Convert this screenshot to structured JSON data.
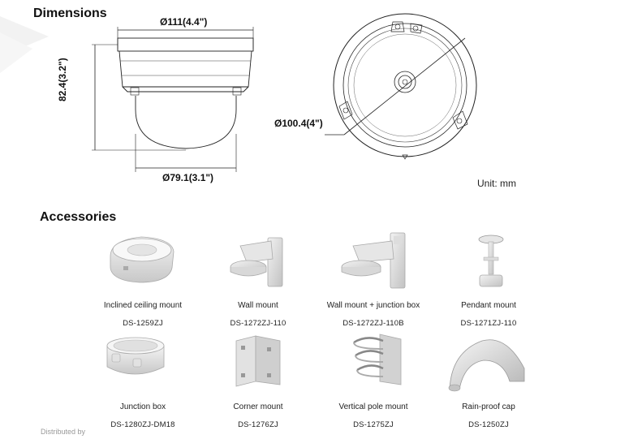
{
  "dimensions": {
    "title": "Dimensions",
    "side_view": {
      "top_width": "Ø111(4.4\")",
      "height": "82.4(3.2\")",
      "bottom_width": "Ø79.1(3.1\")"
    },
    "top_view": {
      "diameter": "Ø100.4(4\")"
    },
    "unit": "Unit: mm"
  },
  "accessories": {
    "title": "Accessories",
    "items": [
      {
        "name": "Inclined ceiling mount",
        "model": "DS-1259ZJ",
        "icon": "inclined-ceiling-mount-icon"
      },
      {
        "name": "Wall mount",
        "model": "DS-1272ZJ-110",
        "icon": "wall-mount-icon"
      },
      {
        "name": "Wall mount + junction box",
        "model": "DS-1272ZJ-110B",
        "icon": "wall-mount-junction-box-icon"
      },
      {
        "name": "Pendant mount",
        "model": "DS-1271ZJ-110",
        "icon": "pendant-mount-icon"
      },
      {
        "name": "Junction box",
        "model": "DS-1280ZJ-DM18",
        "icon": "junction-box-icon"
      },
      {
        "name": "Corner mount",
        "model": "DS-1276ZJ",
        "icon": "corner-mount-icon"
      },
      {
        "name": "Vertical pole mount",
        "model": "DS-1275ZJ",
        "icon": "vertical-pole-mount-icon"
      },
      {
        "name": "Rain-proof cap",
        "model": "DS-1250ZJ",
        "icon": "rain-proof-cap-icon"
      }
    ]
  },
  "footer": {
    "distributed": "Distributed by"
  }
}
